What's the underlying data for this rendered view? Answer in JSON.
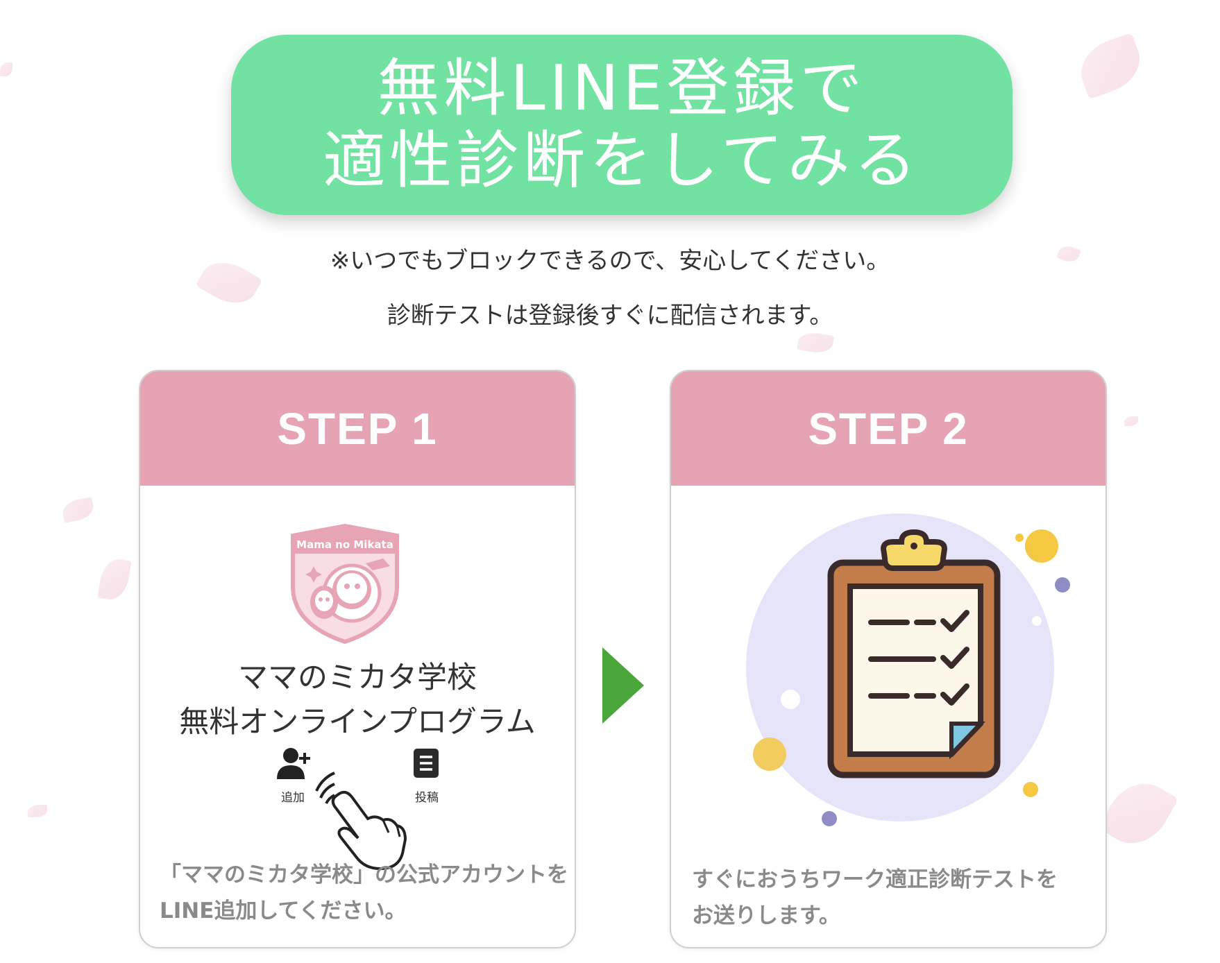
{
  "cta": {
    "line1": "無料LINE登録で",
    "line2": "適性診断をしてみる",
    "color": "#72e2a2"
  },
  "notes": {
    "line1": "※いつでもブロックできるので、安心してください。",
    "line2": "診断テストは登録後すぐに配信されます。"
  },
  "step1": {
    "title": "STEP 1",
    "logo_text": "Mama no Mikata",
    "name_line1": "ママのミカタ学校",
    "name_line2": "無料オンラインプログラム",
    "add_label": "追加",
    "post_label": "投稿",
    "desc_line1": "「ママのミカタ学校」の公式アカウントを",
    "desc_line2": "LINE追加してください。"
  },
  "step2": {
    "title": "STEP 2",
    "desc_line1": "すぐにおうちワーク適正診断テストを",
    "desc_line2": "お送りします。"
  },
  "colors": {
    "step_header": "#e5a3b4",
    "arrow": "#4aa63a"
  },
  "icons": [
    "logo-shield-icon",
    "add-friend-icon",
    "post-icon",
    "tap-hand-icon",
    "next-arrow-icon",
    "clipboard-checklist-icon"
  ]
}
